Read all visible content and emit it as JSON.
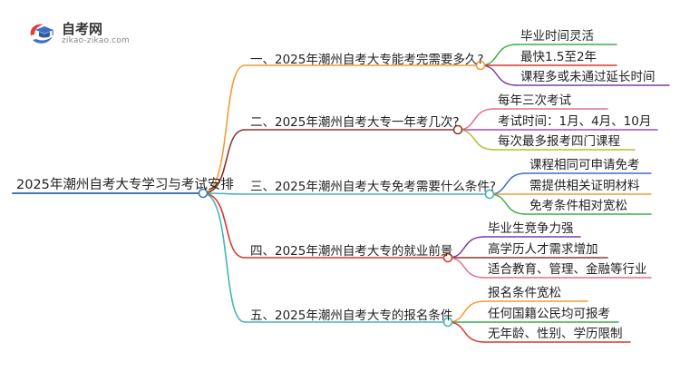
{
  "logo": {
    "name": "自考网",
    "url": "zikao-zikao.com",
    "icon": "graduation-cap-icon",
    "colors": {
      "red": "#e63b3b",
      "blue": "#3c6fc5"
    }
  },
  "root": {
    "label": "2025年潮州自考大专学习与考试安排",
    "color": "#3f7ab0"
  },
  "branches": [
    {
      "label": "一、2025年潮州自考大专能考完需要多久?",
      "color": "#f39c34",
      "children": [
        "毕业时间灵活",
        "最快1.5至2年",
        "课程多或未通过延长时间"
      ],
      "child_colors": [
        "#3fae49",
        "#d9382c",
        "#7b3fa0"
      ]
    },
    {
      "label": "二、2025年潮州自考大专一年考几次?",
      "color": "#8a3b2b",
      "children": [
        "每年三次考试",
        "考试时间：1月、4月、10月",
        "每次最多报考四门课程"
      ],
      "child_colors": [
        "#e0708a",
        "#a14cc0",
        "#b7bd2c"
      ]
    },
    {
      "label": "三、2025年潮州自考大专免考需要什么条件?",
      "color": "#45b4b8",
      "children": [
        "课程相同可申请免考",
        "需提供相关证明材料",
        "免考条件相对宽松"
      ],
      "child_colors": [
        "#3f6fc6",
        "#f39c34",
        "#3fae49"
      ]
    },
    {
      "label": "四、2025年潮州自考大专的就业前景",
      "color": "#d9382c",
      "children": [
        "毕业生竞争力强",
        "高学历人才需求增加",
        "适合教育、管理、金融等行业"
      ],
      "child_colors": [
        "#7b3fa0",
        "#8a3b2b",
        "#e0708a"
      ]
    },
    {
      "label": "五、2025年潮州自考大专的报名条件",
      "color": "#45b4b8",
      "children": [
        "报名条件宽松",
        "任何国籍公民均可报考",
        "无年龄、性别、学历限制"
      ],
      "child_colors": [
        "#f39c34",
        "#3fae49",
        "#d9382c"
      ]
    }
  ]
}
